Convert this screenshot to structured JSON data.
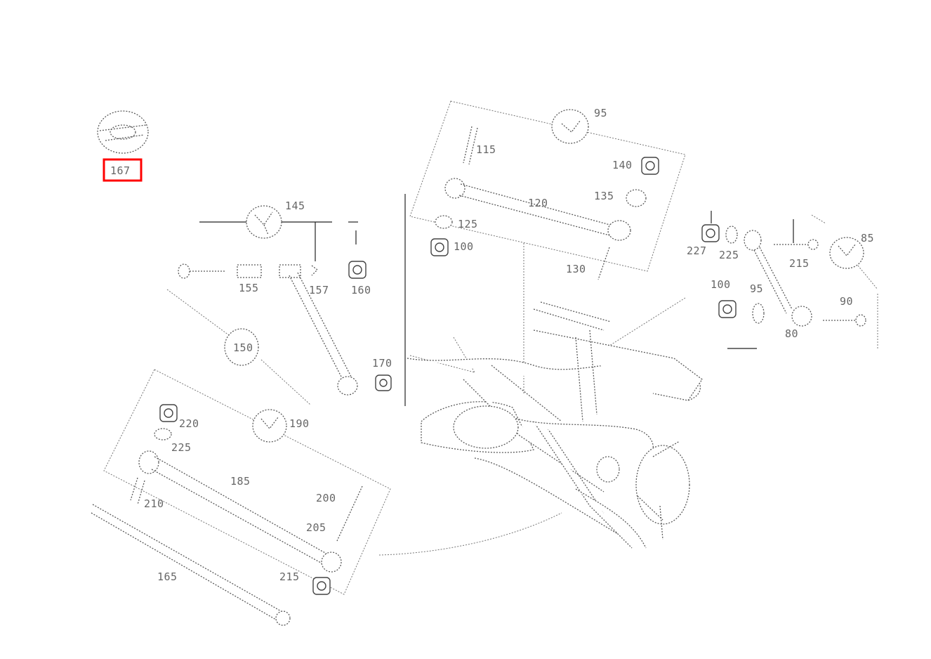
{
  "highlight": {
    "color": "#ff0000",
    "callout_index": 0
  },
  "callouts": [
    {
      "id": "167",
      "label": "167"
    },
    {
      "id": "145",
      "label": "145"
    },
    {
      "id": "155",
      "label": "155"
    },
    {
      "id": "157",
      "label": "157"
    },
    {
      "id": "160",
      "label": "160"
    },
    {
      "id": "170",
      "label": "170"
    },
    {
      "id": "150",
      "label": "150"
    },
    {
      "id": "190",
      "label": "190"
    },
    {
      "id": "220",
      "label": "220"
    },
    {
      "id": "225",
      "label": "225"
    },
    {
      "id": "185",
      "label": "185"
    },
    {
      "id": "210",
      "label": "210"
    },
    {
      "id": "200",
      "label": "200"
    },
    {
      "id": "205",
      "label": "205"
    },
    {
      "id": "215",
      "label": "215"
    },
    {
      "id": "165",
      "label": "165"
    },
    {
      "id": "95",
      "label": "95"
    },
    {
      "id": "115",
      "label": "115"
    },
    {
      "id": "140",
      "label": "140"
    },
    {
      "id": "135",
      "label": "135"
    },
    {
      "id": "120",
      "label": "120"
    },
    {
      "id": "125",
      "label": "125"
    },
    {
      "id": "130",
      "label": "130"
    },
    {
      "id": "100",
      "label": "100"
    },
    {
      "id": "227",
      "label": "227"
    },
    {
      "id": "225b",
      "label": "225"
    },
    {
      "id": "215b",
      "label": "215"
    },
    {
      "id": "85",
      "label": "85"
    },
    {
      "id": "100b",
      "label": "100"
    },
    {
      "id": "95b",
      "label": "95"
    },
    {
      "id": "90",
      "label": "90"
    },
    {
      "id": "80",
      "label": "80"
    }
  ]
}
